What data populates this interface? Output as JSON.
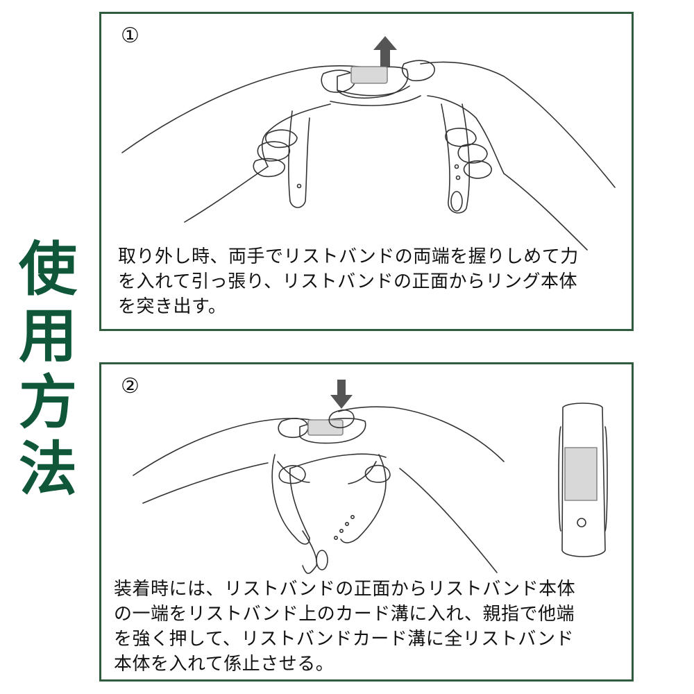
{
  "side_title": [
    "使",
    "用",
    "方",
    "法"
  ],
  "steps": [
    {
      "number": "①",
      "lines": [
        "取り外し時、両手でリストバンドの両端を握りしめて力",
        "を入れて引っ張り、リストバンドの正面からリング本体",
        "を突き出す。"
      ],
      "arrow_icon": "arrow-up-icon"
    },
    {
      "number": "②",
      "lines": [
        "装着時には、リストバンドの正面からリストバンド本体",
        "の一端をリストバンド上のカード溝に入れ、親指で他端",
        "を強く押して、リストバンドカード溝に全リストバンド",
        "本体を入れて係止させる。"
      ],
      "arrow_icon": "arrow-down-icon"
    }
  ],
  "colors": {
    "title_green": "#0f5738",
    "border_green": "#2f5b3e",
    "arrow_gray": "#555555"
  }
}
